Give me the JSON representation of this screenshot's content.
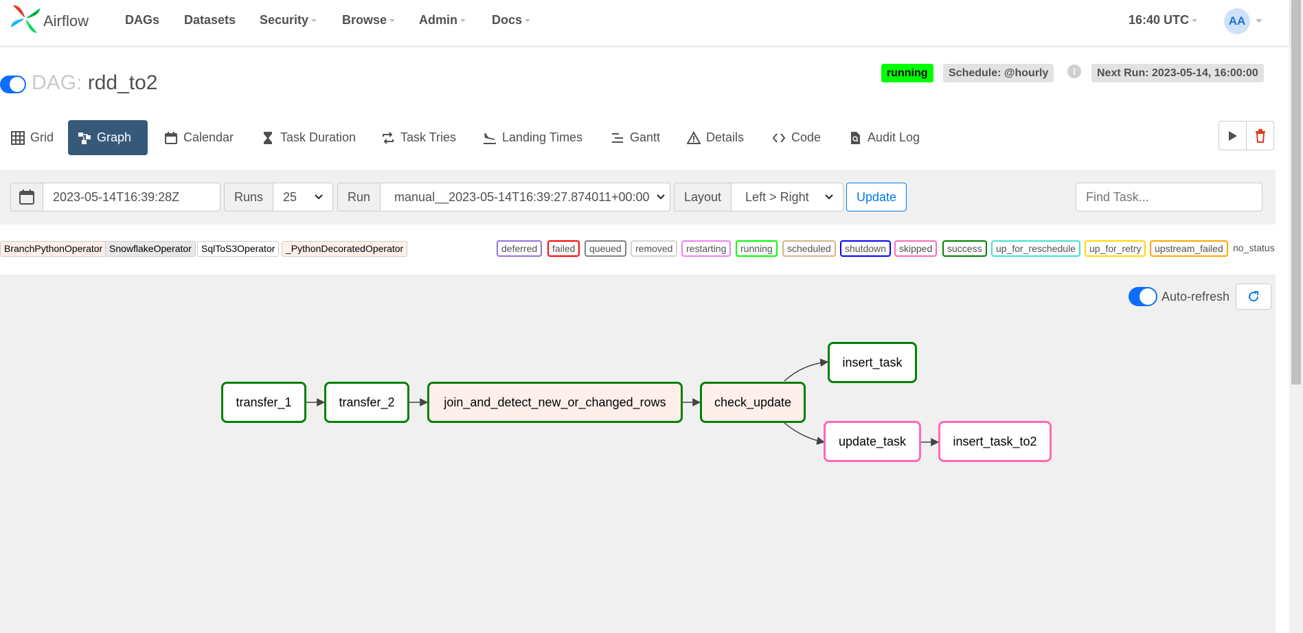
{
  "nav": {
    "brand": "Airflow",
    "items": [
      "DAGs",
      "Datasets",
      "Security",
      "Browse",
      "Admin",
      "Docs"
    ],
    "clock": "16:40 UTC",
    "user_initials": "AA"
  },
  "dag": {
    "label": "DAG:",
    "id": "rdd_to2",
    "state": "running",
    "schedule": "Schedule: @hourly",
    "next_run": "Next Run: 2023-05-14, 16:00:00"
  },
  "tabs": [
    "Grid",
    "Graph",
    "Calendar",
    "Task Duration",
    "Task Tries",
    "Landing Times",
    "Gantt",
    "Details",
    "Code",
    "Audit Log"
  ],
  "active_tab": "Graph",
  "filters": {
    "base_date": "2023-05-14T16:39:28Z",
    "runs_label": "Runs",
    "runs_value": "25",
    "run_label": "Run",
    "run_value": "manual__2023-05-14T16:39:27.874011+00:00",
    "layout_label": "Layout",
    "layout_value": "Left > Right",
    "update_label": "Update",
    "find_placeholder": "Find Task..."
  },
  "operators": [
    "BranchPythonOperator",
    "SnowflakeOperator",
    "SqlToS3Operator",
    "_PythonDecoratedOperator"
  ],
  "states": [
    "deferred",
    "failed",
    "queued",
    "removed",
    "restarting",
    "running",
    "scheduled",
    "shutdown",
    "skipped",
    "success",
    "up_for_reschedule",
    "up_for_retry",
    "upstream_failed",
    "no_status"
  ],
  "state_colors": {
    "deferred": "#9370db",
    "failed": "#ff0000",
    "queued": "#808080",
    "removed": "#d3d3d3",
    "restarting": "#ee82ee",
    "running": "#00ff00",
    "scheduled": "#d2b48c",
    "shutdown": "#0000ff",
    "skipped": "#ff69b4",
    "success": "#008000",
    "up_for_reschedule": "#40e0d0",
    "up_for_retry": "#ffd700",
    "upstream_failed": "#ffa500"
  },
  "graph": {
    "auto_refresh_label": "Auto-refresh",
    "tasks": [
      "transfer_1",
      "transfer_2",
      "join_and_detect_new_or_changed_rows",
      "check_update",
      "insert_task",
      "update_task",
      "insert_task_to2"
    ]
  }
}
